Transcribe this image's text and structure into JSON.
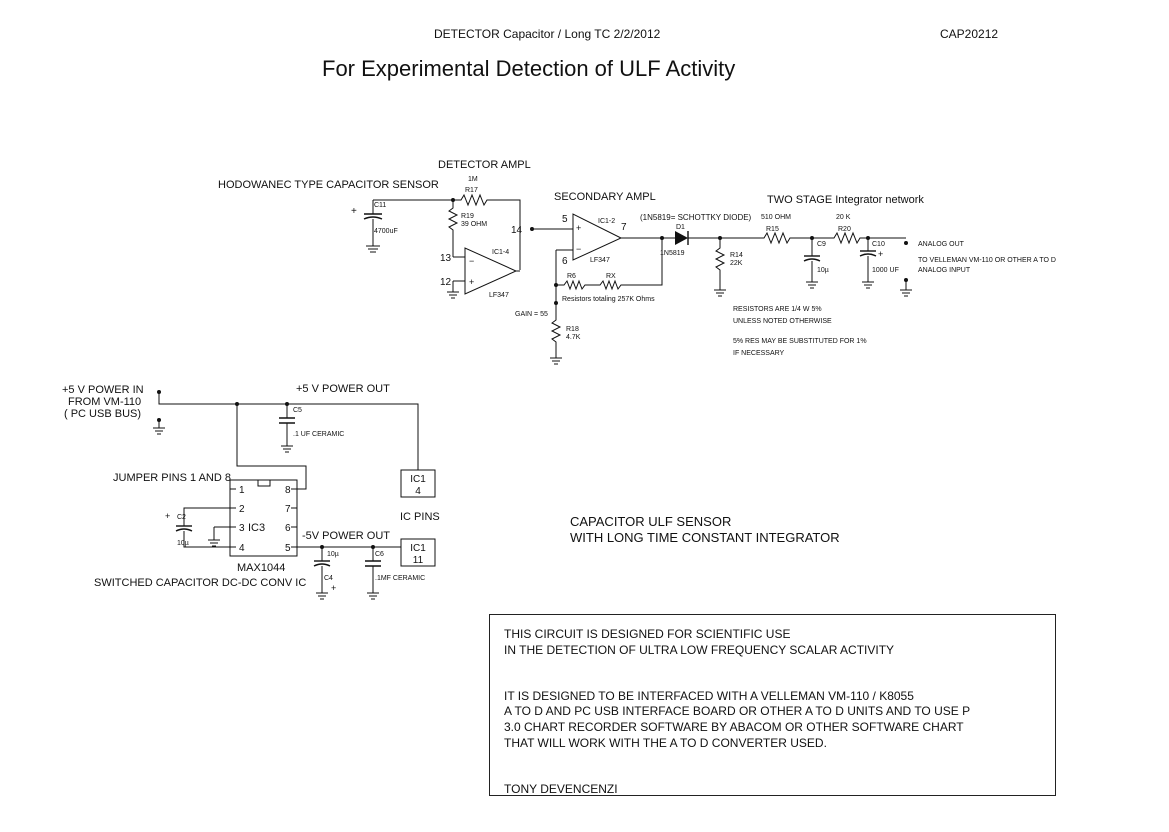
{
  "header": {
    "title_line": "DETECTOR Capacitor / Long TC   2/2/2012",
    "code": "CAP20212",
    "main_title": "For Experimental Detection of ULF Activity"
  },
  "labels": {
    "detector_ampl": "DETECTOR AMPL",
    "sensor": "HODOWANEC TYPE CAPACITOR SENSOR",
    "secondary_ampl": "SECONDARY AMPL",
    "integrator": "TWO STAGE Integrator network",
    "schottky_note": "(1N5819= SCHOTTKY DIODE)",
    "analog_out": "ANALOG OUT",
    "to_velleman": "TO VELLEMAN VM-110 OR OTHER A TO D",
    "analog_input": "ANALOG INPUT",
    "resistors_total": "Resistors totaling 257K Ohms",
    "gain": "GAIN = 55",
    "resistor_note_1": "RESISTORS ARE 1/4 W 5%",
    "resistor_note_2": "UNLESS NOTED OTHERWISE",
    "resistor_note_3": "5% RES MAY BE SUBSTITUTED FOR 1%",
    "resistor_note_4": "IF NECESSARY",
    "power_in_1": "+5 V POWER IN",
    "power_in_2": "FROM VM-110",
    "power_in_3": "( PC USB BUS)",
    "power_out": "+5 V POWER OUT",
    "jumper": "JUMPER PINS 1 AND 8",
    "ic_pins": "IC PINS",
    "neg_power_out": "-5V POWER OUT",
    "max_part": "MAX1044",
    "dc_conv": "SWITCHED CAPACITOR DC-DC CONV IC",
    "sensor_desc_1": "CAPACITOR ULF SENSOR",
    "sensor_desc_2": "WITH LONG TIME CONSTANT INTEGRATOR"
  },
  "components": {
    "r17_name": "R17",
    "r17_value": "1M",
    "r19_name": "R19",
    "r19_value": "39 OHM",
    "c11_name": "C11",
    "c11_value": "4700uF",
    "ic1_4": "IC1-4",
    "lf347_a": "LF347",
    "ic1_2": "IC1-2",
    "lf347_b": "LF347",
    "d1_name": "D1",
    "d1_part": "1N5819",
    "r14_name": "R14",
    "r14_value": "22K",
    "r15_value": "510 OHM",
    "r15_name": "R15",
    "c9_name": "C9",
    "c9_value": "10µ",
    "r20_value": "20 K",
    "r20_name": "R20",
    "c10_name": "C10",
    "c10_value": "1000 UF",
    "r6_name": "R6",
    "rx_name": "RX",
    "r18_name": "R18",
    "r18_value": "4.7K",
    "c5_name": "C5",
    "c5_value": ".1 UF CERAMIC",
    "c2_name": "C2",
    "c2_value": "10µ",
    "ic3_name": "IC3",
    "c4_name": "C4",
    "c4_value": "10µ",
    "c6_name": "C6",
    "c6_value": ".1MF CERAMIC",
    "ic1_top_a": "IC1",
    "ic1_top_b": "4",
    "ic1_bot_a": "IC1",
    "ic1_bot_b": "11"
  },
  "pins": {
    "p14": "14",
    "p13": "13",
    "p12": "12",
    "p5": "5",
    "p6": "6",
    "p7": "7",
    "ic3_1": "1",
    "ic3_2": "2",
    "ic3_3": "3",
    "ic3_4": "4",
    "ic3_5": "5",
    "ic3_6": "6",
    "ic3_7": "7",
    "ic3_8": "8"
  },
  "note": {
    "line1": "THIS CIRCUIT IS DESIGNED FOR SCIENTIFIC USE",
    "line2": "IN THE DETECTION OF ULTRA LOW FREQUENCY SCALAR ACTIVITY",
    "line3": "IT IS DESIGNED TO BE INTERFACED WITH A VELLEMAN VM-110 / K8055",
    "line4": "A TO D AND PC USB INTERFACE BOARD OR OTHER A TO D UNITS AND TO USE P",
    "line5": "3.0  CHART RECORDER SOFTWARE BY ABACOM OR OTHER SOFTWARE CHART",
    "line6": "THAT WILL WORK WITH THE A TO D CONVERTER USED.",
    "author": "TONY DEVENCENZI"
  }
}
